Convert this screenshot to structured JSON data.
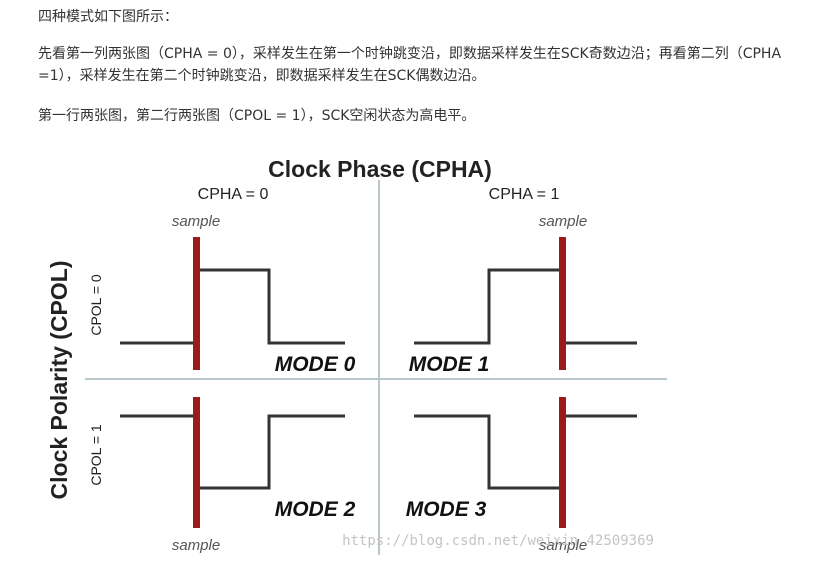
{
  "text": {
    "line1": "四种模式如下图所示：",
    "line2": "先看第一列两张图（CPHA = 0），采样发生在第一个时钟跳变沿，即数据采样发生在SCK奇数边沿；再看第二列（CPHA =1），采样发生在第二个时钟跳变沿，即数据采样发生在SCK偶数边沿。",
    "line3": "第一行两张图，第二行两张图（CPOL = 1），SCK空闲状态为高电平。"
  },
  "figure": {
    "title": "Clock Phase (CPHA)",
    "cpha0": "CPHA = 0",
    "cpha1": "CPHA = 1",
    "ylabel": "Clock Polarity (CPOL)",
    "cpol0": "CPOL = 0",
    "cpol1": "CPOL = 1",
    "sample": "sample",
    "mode0": "MODE 0",
    "mode1": "MODE 1",
    "mode2": "MODE 2",
    "mode3": "MODE 3",
    "watermark": "https://blog.csdn.net/weixin_42509369",
    "colors": {
      "signal": "#333333",
      "sample_bar": "#9b1b1b",
      "divider": "#b8c7cc"
    }
  }
}
